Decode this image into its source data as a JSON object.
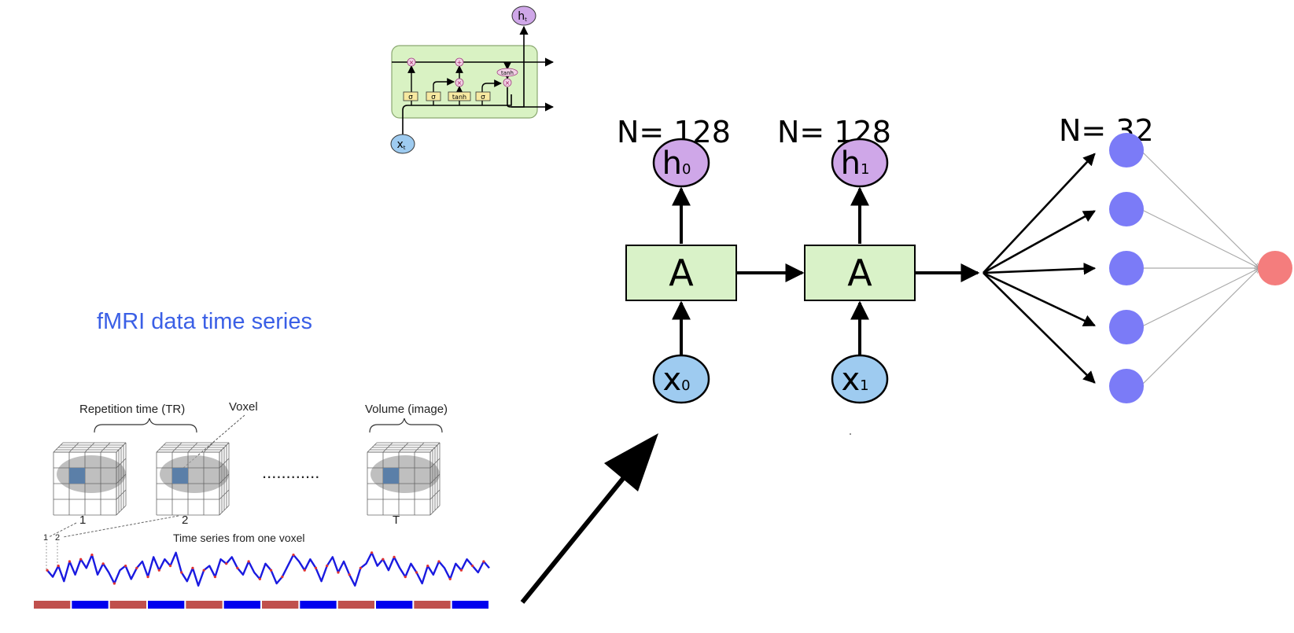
{
  "lstm_cell": {
    "input_label": "x",
    "input_sub": "t",
    "output_label": "h",
    "output_sub": "t",
    "sigma": "σ",
    "tanh": "tanh",
    "mult": "×",
    "plus": "+"
  },
  "unrolled_rnn": {
    "layers": [
      {
        "n_label": "N= 128",
        "hidden": "h",
        "hidden_sub": "0",
        "block": "A",
        "input": "x",
        "input_sub": "0"
      },
      {
        "n_label": "N= 128",
        "hidden": "h",
        "hidden_sub": "1",
        "block": "A",
        "input": "x",
        "input_sub": "1"
      }
    ]
  },
  "dense_layer": {
    "n_label": "N= 32",
    "hidden_nodes": 5,
    "output_nodes": 1,
    "hidden_color": "#7b7bf7",
    "output_color": "#f47d7d"
  },
  "fmri": {
    "title": "fMRI data time series",
    "title_color": "#3a5fe6",
    "tr_label": "Repetition time (TR)",
    "voxel_label": "Voxel",
    "volume_label": "Volume (image)",
    "dots": "............",
    "vol_numbers": [
      "1",
      "2",
      "T"
    ],
    "ts_label": "Time series from one voxel",
    "ts_ticks": [
      "1",
      "2"
    ],
    "timeseries": [
      0.1,
      -0.2,
      0.3,
      -0.4,
      0.5,
      -0.1,
      0.6,
      0.2,
      0.8,
      -0.1,
      0.4,
      0.0,
      -0.5,
      0.1,
      0.3,
      -0.3,
      0.2,
      0.5,
      -0.2,
      0.7,
      0.1,
      0.6,
      0.3,
      0.9,
      0.0,
      -0.4,
      0.2,
      -0.6,
      0.1,
      0.3,
      -0.2,
      0.6,
      0.4,
      0.7,
      0.2,
      -0.1,
      0.5,
      0.0,
      -0.3,
      0.4,
      0.1,
      -0.5,
      -0.2,
      0.3,
      0.8,
      0.5,
      0.1,
      0.6,
      0.2,
      -0.4,
      0.3,
      0.7,
      0.0,
      0.5,
      -0.1,
      -0.6,
      0.2,
      0.4,
      0.9,
      0.3,
      0.6,
      0.1,
      0.7,
      0.2,
      -0.2,
      0.4,
      0.0,
      -0.5,
      0.3,
      -0.1,
      0.5,
      0.2,
      -0.3,
      0.4,
      0.1,
      0.6,
      0.3,
      0.0,
      0.5,
      0.2
    ],
    "condition_blocks": [
      "red",
      "blue",
      "red",
      "blue",
      "red",
      "blue",
      "red",
      "blue",
      "red",
      "blue",
      "red",
      "blue"
    ],
    "red_color": "#c0504d",
    "blue_color": "#0000ee"
  },
  "colors": {
    "lstm_bg": "#d9f2c3",
    "gate": "#f7e9a1",
    "rnn_block": "#d9f2c8",
    "x_node": "#9ecbf0",
    "h_node": "#cfa7e8",
    "op_node": "#f2d1e6"
  }
}
